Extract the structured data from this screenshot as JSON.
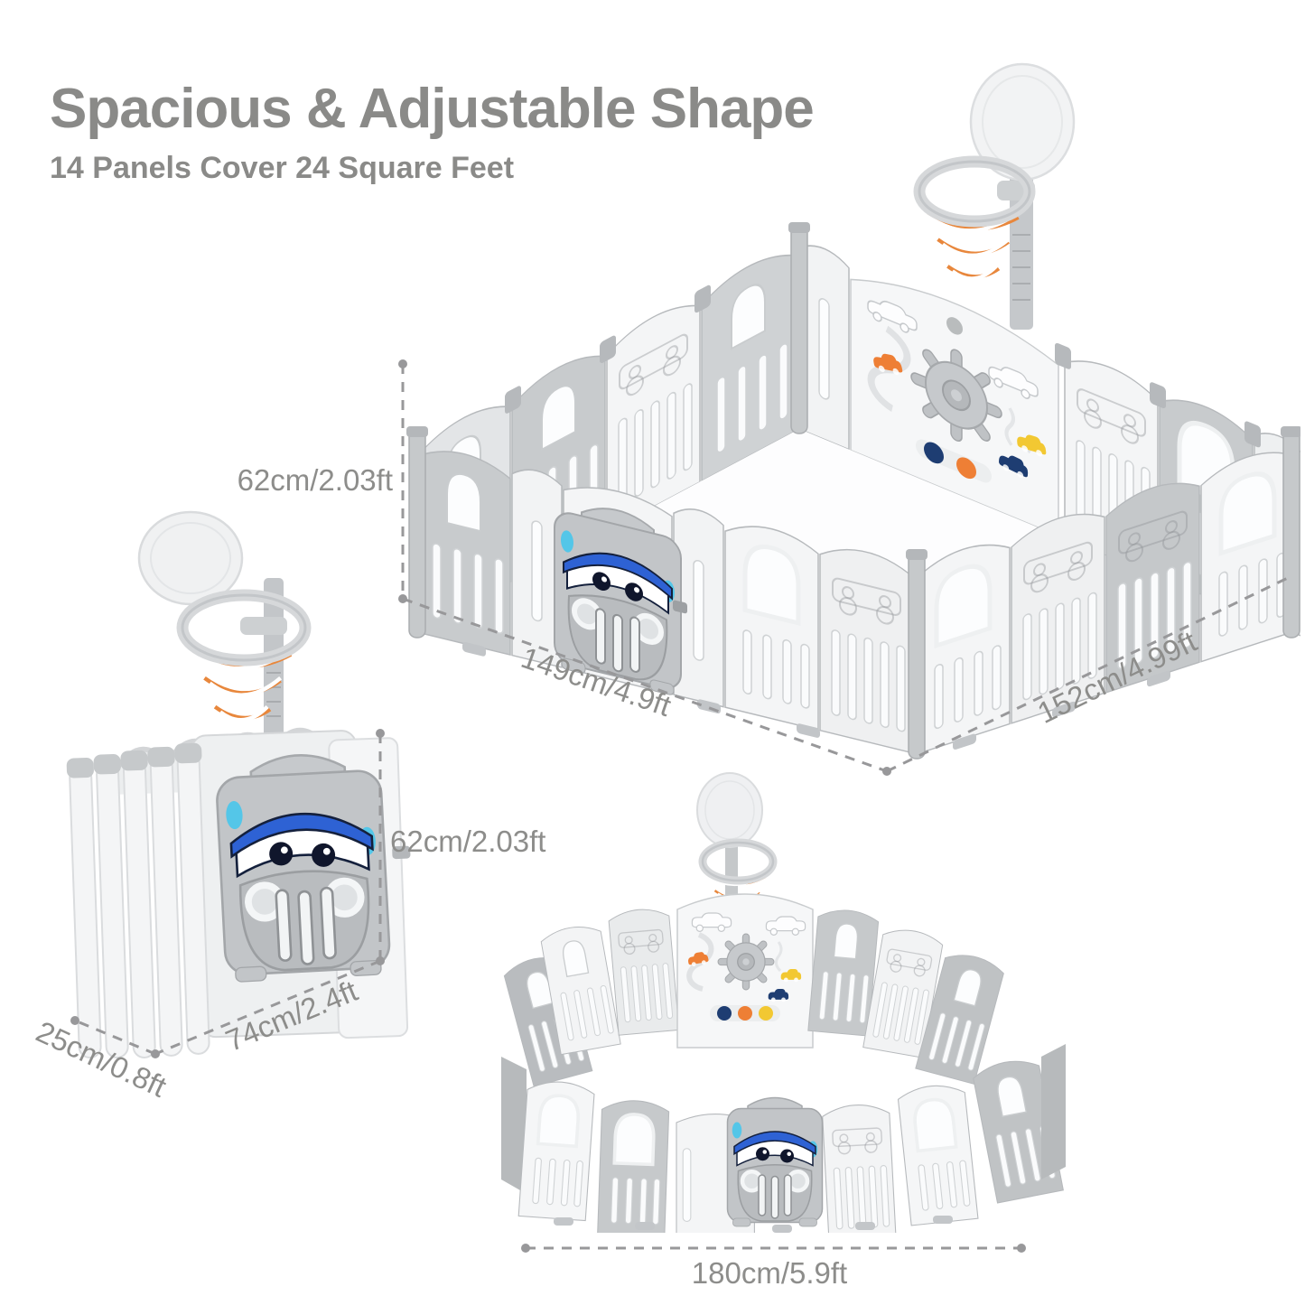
{
  "header": {
    "title": "Spacious & Adjustable Shape",
    "subtitle": "14 Panels Cover 24 Square Feet",
    "text_color": "#8a8a88"
  },
  "dimensions": {
    "square": {
      "height": "62cm/2.03ft",
      "side_left": "149cm/4.9ft",
      "side_right": "152cm/4.99ft"
    },
    "folded": {
      "height": "62cm/2.03ft",
      "width": "74cm/2.4ft",
      "depth": "25cm/0.8ft"
    },
    "round": {
      "diameter": "180cm/5.9ft"
    }
  },
  "colors": {
    "label_gray": "#8d8d8b",
    "line_gray": "#98989a",
    "panel_white": "#f4f5f6",
    "panel_gray": "#c6c9cb",
    "windshield_blue": "#2e62d4",
    "accent_light_blue": "#54c6e8",
    "net_orange": "#e8873c",
    "toy_orange": "#ee7f35",
    "toy_yellow": "#f2c832",
    "toy_navy": "#1e3d72"
  }
}
